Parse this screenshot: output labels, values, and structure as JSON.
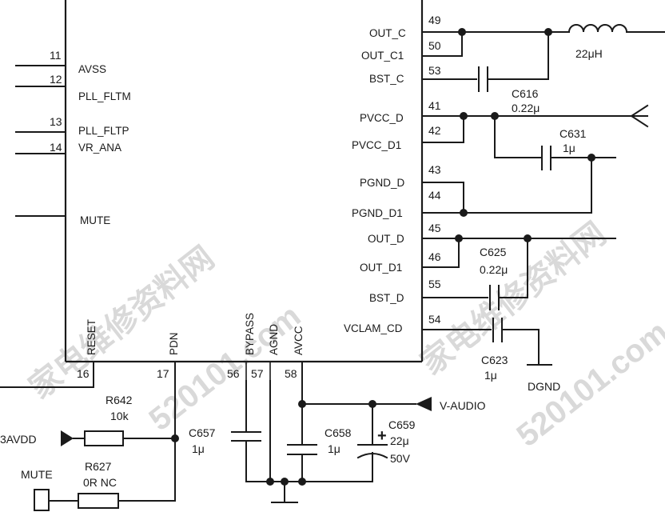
{
  "chip": {
    "pins_left": [
      {
        "num": "11",
        "name": "AVSS"
      },
      {
        "num": "12",
        "name": "PLL_FLTM"
      },
      {
        "num": "13",
        "name": "PLL_FLTP"
      },
      {
        "num": "14",
        "name": "VR_ANA"
      },
      {
        "num": "",
        "name": "MUTE"
      }
    ],
    "pins_bottom": [
      {
        "num": "16",
        "name": "RESET"
      },
      {
        "num": "17",
        "name": "PDN"
      },
      {
        "num": "56",
        "name": "BYPASS"
      },
      {
        "num": "57",
        "name": "AGND"
      },
      {
        "num": "58",
        "name": "AVCC"
      }
    ],
    "pins_right": [
      {
        "num": "49",
        "name": "OUT_C"
      },
      {
        "num": "50",
        "name": "OUT_C1"
      },
      {
        "num": "53",
        "name": "BST_C"
      },
      {
        "num": "41",
        "name": "PVCC_D"
      },
      {
        "num": "42",
        "name": "PVCC_D1"
      },
      {
        "num": "43",
        "name": "PGND_D"
      },
      {
        "num": "44",
        "name": "PGND_D1"
      },
      {
        "num": "45",
        "name": "OUT_D"
      },
      {
        "num": "46",
        "name": "OUT_D1"
      },
      {
        "num": "55",
        "name": "BST_D"
      },
      {
        "num": "54",
        "name": "VCLAM_CD"
      }
    ]
  },
  "components": {
    "inductor": {
      "value": "22μH"
    },
    "c616": {
      "ref": "C616",
      "value": "0.22μ"
    },
    "c631": {
      "ref": "C631",
      "value": "1μ"
    },
    "c625": {
      "ref": "C625",
      "value": "0.22μ"
    },
    "c623": {
      "ref": "C623",
      "value": "1μ"
    },
    "dgnd": "DGND",
    "r642": {
      "ref": "R642",
      "value": "10k"
    },
    "r627": {
      "ref": "R627",
      "value": "0R NC"
    },
    "c657": {
      "ref": "C657",
      "value": "1μ"
    },
    "c658": {
      "ref": "C658",
      "value": "1μ"
    },
    "c659": {
      "ref": "C659",
      "value": "22μ",
      "voltage": "50V",
      "polarity": "+"
    }
  },
  "nets": {
    "v_audio": "V-AUDIO",
    "avdd": "3AVDD",
    "mute": "MUTE"
  },
  "watermarks": [
    "家电维修资料网",
    "520101.com"
  ]
}
